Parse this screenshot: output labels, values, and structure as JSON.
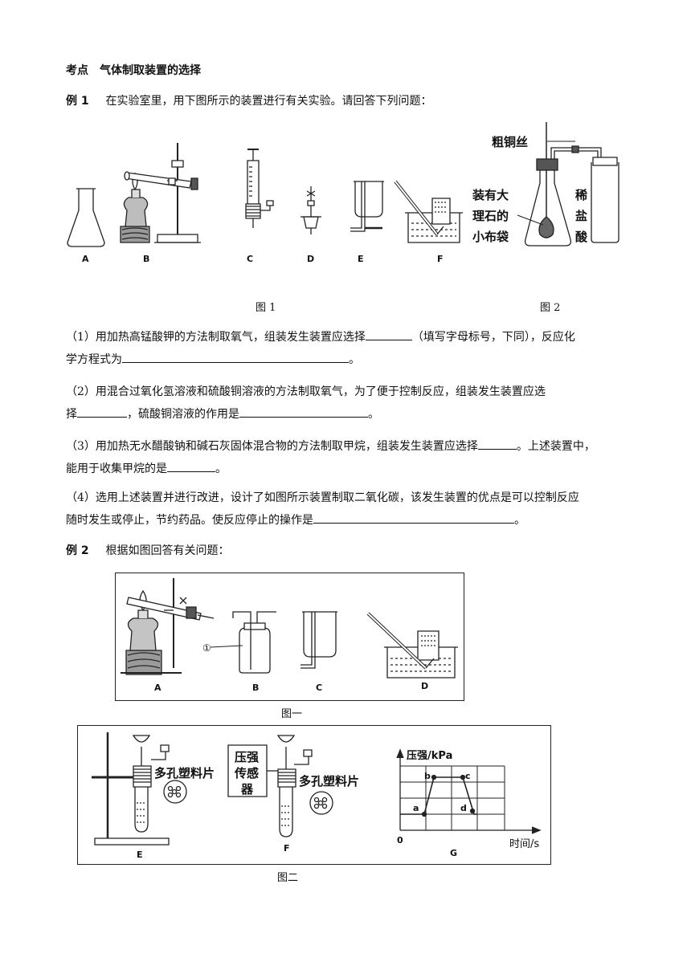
{
  "section": {
    "title": "考点　气体制取装置的选择"
  },
  "example1": {
    "label": "例 1",
    "intro": "在实验室里，用下图所示的装置进行有关实验。请回答下列问题：",
    "fig1": {
      "labels": [
        "A",
        "B",
        "C",
        "D",
        "E",
        "F"
      ],
      "caption": "图 1"
    },
    "fig2": {
      "caption": "图 2",
      "label_wire": "粗铜丝",
      "label_bag": [
        "装有大",
        "理石的",
        "小布袋"
      ],
      "label_acid": [
        "稀",
        "盐",
        "酸"
      ]
    },
    "q1": {
      "a": "（1）用加热高锰酸钾的方法制取氧气，组装发生装置应选择",
      "b": "（填写字母标号，下同），反应化",
      "c": "学方程式为",
      "d": "。"
    },
    "q2": {
      "a": "（2）用混合过氧化氢溶液和硫酸铜溶液的方法制取氧气，为了便于控制反应，组装发生装置应选",
      "b": "择",
      "c": "，硫酸铜溶液的作用是",
      "d": "。"
    },
    "q3": {
      "a": "（3）用加热无水醋酸钠和碱石灰固体混合物的方法制取甲烷，组装发生装置应选择",
      "b": "。上述装置中，",
      "c": "能用于收集甲烷的是",
      "d": "。"
    },
    "q4": {
      "a": "（4）选用上述装置并进行改进，设计了如图所示装置制取二氧化碳，该发生装置的优点是可以控制反应",
      "b": "随时发生或停止，节约药品。使反应停止的操作是",
      "c": "。"
    }
  },
  "example2": {
    "label": "例 2",
    "intro": "根据如图回答有关问题：",
    "fig_one": {
      "labels": [
        "A",
        "B",
        "C",
        "D"
      ],
      "marker": "①",
      "caption": "图一"
    },
    "fig_two": {
      "labels": [
        "E",
        "F",
        "G"
      ],
      "caption": "图二",
      "plate_label": "多孔塑料片",
      "sensor_label": [
        "压强",
        "传感",
        "器"
      ],
      "graph": {
        "y_label": "压强/kPa",
        "x_label": "时间/s",
        "origin": "0",
        "points": [
          "a",
          "b",
          "c",
          "d"
        ]
      }
    }
  }
}
